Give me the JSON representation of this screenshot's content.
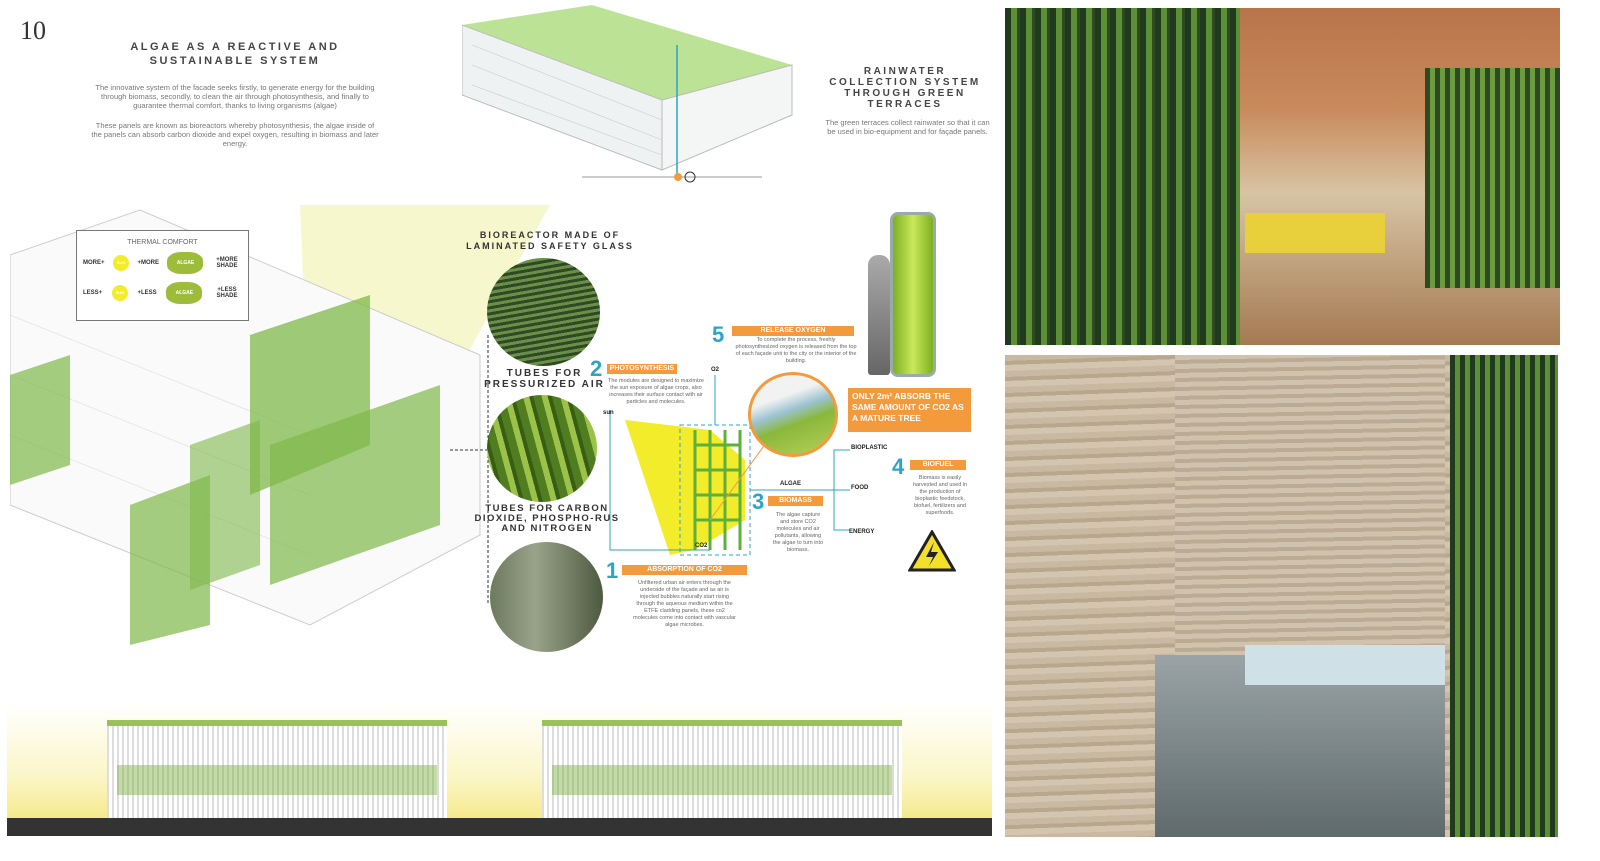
{
  "page_number": "10",
  "algae_section": {
    "title_line1": "ALGAE AS A REACTIVE AND",
    "title_line2": "SUSTAINABLE SYSTEM",
    "paragraph1": "The innovative system of the facade seeks firstly, to generate energy for the building through biomass, secondly, to clean the air through photosynthesis, and finally to guarantee thermal comfort, thanks to living organisms (algae)",
    "paragraph2": "These panels are known as bioreactors whereby photosynthesis, the algae inside of the panels can absorb carbon dioxide and expel oxygen, resulting in biomass and later energy."
  },
  "rainwater_section": {
    "title": "RAINWATER COLLECTION SYSTEM THROUGH GREEN TERRACES",
    "paragraph": "The green terraces collect rainwater so that it can be used in bio-equipment and for façade panels."
  },
  "thermal_comfort": {
    "title": "THERMAL COMFORT",
    "rows": [
      {
        "left": "MORE+",
        "sun": "SUN",
        "mid": "+MORE",
        "algae": "ALGAE",
        "right": "+MORE SHADE"
      },
      {
        "left": "LESS+",
        "sun": "SUN",
        "mid": "+LESS",
        "algae": "ALGAE",
        "right": "+LESS SHADE"
      }
    ]
  },
  "bioreactor": {
    "title": "BIOREACTOR MADE OF LAMINATED SAFETY GLASS",
    "label_air": "TUBES FOR PRESSURIZED AIR",
    "label_nutrients": "TUBES FOR CARBON DIOXIDE, PHOSPHO-RUS AND NITROGEN"
  },
  "process": {
    "steps": [
      {
        "num": "1",
        "title": "ABSORPTION OF CO2",
        "text": "Unfiltered urban air enters through the underside of the façade and as air is injected bubbles naturally start rising through the aqueous medium within the ETFE cladding panels, these co2 molecules come into contact with vascular algae microbes."
      },
      {
        "num": "2",
        "title": "PHOTOSYNTHESIS",
        "text": "The modules are designed to maximize the sun exposure of algae crops, also increases their surface contact with air particles and molecules."
      },
      {
        "num": "3",
        "title": "BIOMASS",
        "text": "The algae capture and store CO2 molecules and air pollutants, allowing the algae to turn into biomass."
      },
      {
        "num": "4",
        "title": "BIOFUEL",
        "text": "Biomass is easily harvested and used in the production of bioplastic feedstock, biofuel, fertilizers and superfoods."
      },
      {
        "num": "5",
        "title": "RELEASE OXYGEN",
        "text": "To complete the process, freshly photosynthesized oxygen is released from the top of each façade unit to the city or the interior of the building."
      }
    ],
    "labels": {
      "sun": "sun",
      "o2": "O2",
      "co2": "CO2",
      "algae": "ALGAE",
      "bioplastic": "BIOPLASTIC",
      "food": "FOOD",
      "energy": "ENERGY"
    },
    "highlight": "ONLY 2m² ABSORB THE SAME AMOUNT OF CO2 AS A MATURE TREE"
  },
  "colors": {
    "orange": "#f39a3c",
    "teal": "#2ba4c7",
    "green": "#6fae3a",
    "yellow": "#f2ec2a"
  }
}
